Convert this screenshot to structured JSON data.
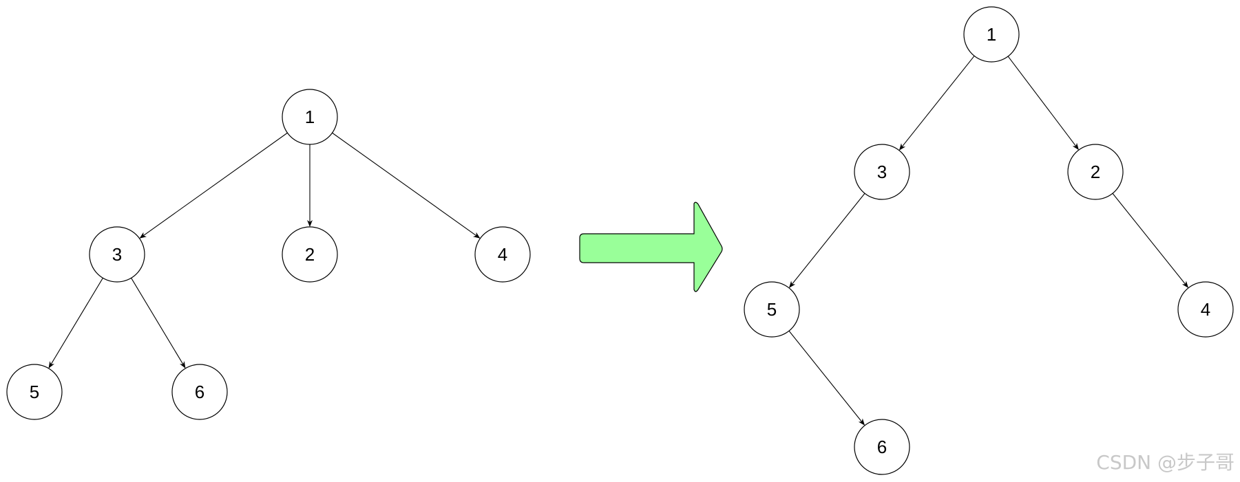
{
  "colors": {
    "arrow_fill": "#99ff99",
    "stroke": "#000000"
  },
  "left_tree": {
    "nodes": [
      "1",
      "3",
      "2",
      "4",
      "5",
      "6"
    ],
    "edges": [
      [
        "1",
        "3"
      ],
      [
        "1",
        "2"
      ],
      [
        "1",
        "4"
      ],
      [
        "3",
        "5"
      ],
      [
        "3",
        "6"
      ]
    ]
  },
  "right_tree": {
    "nodes": [
      "1",
      "3",
      "2",
      "5",
      "4",
      "6"
    ],
    "edges": [
      [
        "1",
        "3"
      ],
      [
        "1",
        "2"
      ],
      [
        "3",
        "5"
      ],
      [
        "2",
        "4"
      ],
      [
        "5",
        "6"
      ]
    ]
  },
  "watermark": "CSDN @步子哥"
}
